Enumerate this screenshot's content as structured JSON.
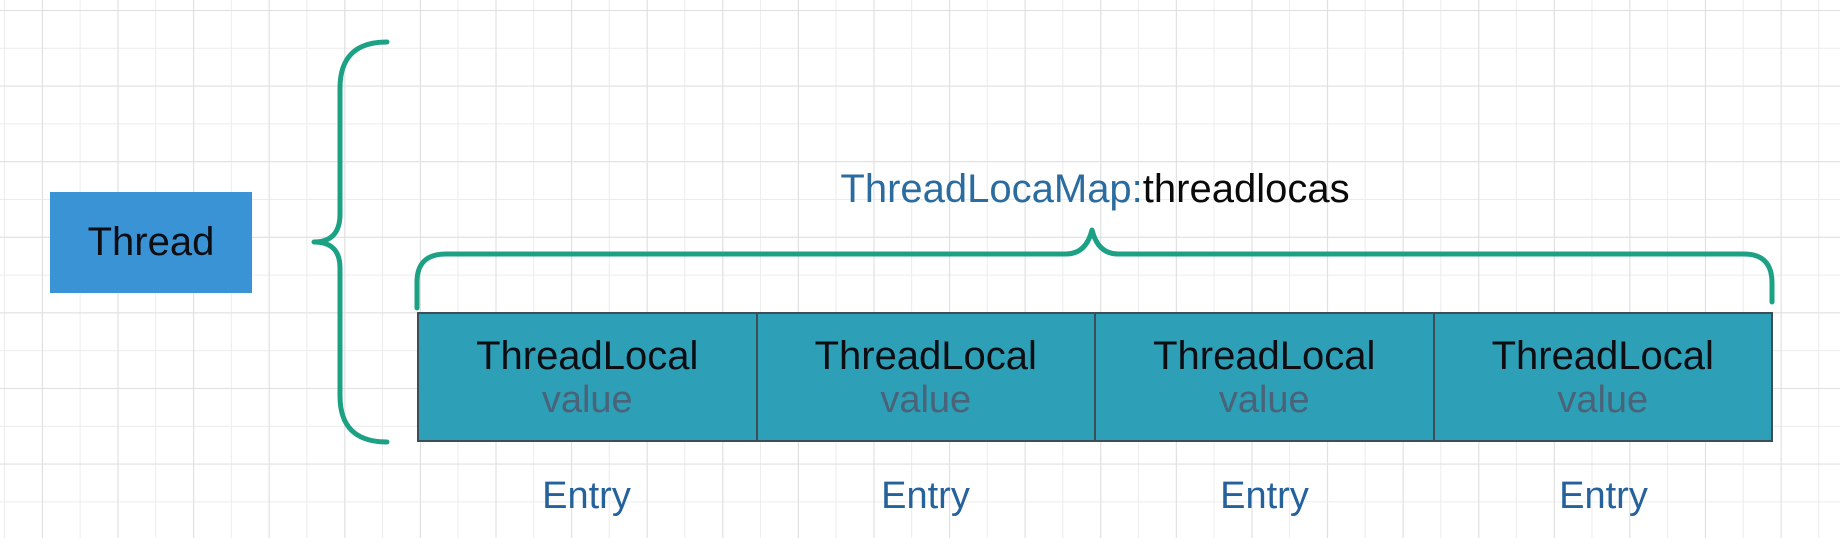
{
  "colors": {
    "canvasBg": "#ffffff",
    "gridMinor": "#ececec",
    "gridMajor": "#dfdfdf",
    "threadBoxBg": "#3a93d5",
    "threadText": "#0d0d12",
    "brace": "#1ca185",
    "titleBlue": "#2b6ca0",
    "titleBlack": "#0a0a0a",
    "cellBg": "#2d9fb6",
    "cellBorder": "#3d4e57",
    "cellTitle": "#0d0d12",
    "cellValue": "#4a6378",
    "entryText": "#25629b"
  },
  "diagram": {
    "thread": {
      "label": "Thread"
    },
    "map_label": {
      "blue_part": "ThreadLocaMap:",
      "black_part": "threadlocas"
    },
    "slots": [
      {
        "name": "ThreadLocal",
        "value": "value",
        "entry": "Entry"
      },
      {
        "name": "ThreadLocal",
        "value": "value",
        "entry": "Entry"
      },
      {
        "name": "ThreadLocal",
        "value": "value",
        "entry": "Entry"
      },
      {
        "name": "ThreadLocal",
        "value": "value",
        "entry": "Entry"
      }
    ]
  }
}
